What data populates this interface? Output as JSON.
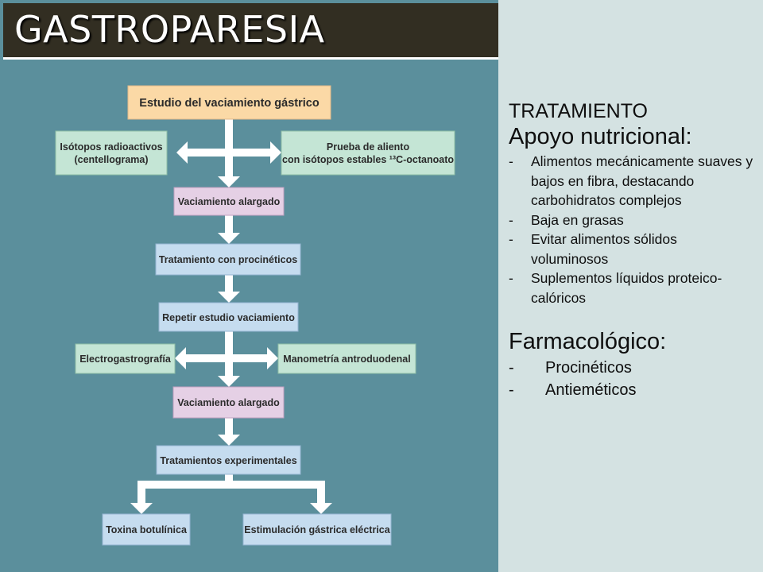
{
  "title": "GASTROPARESIA",
  "flowchart": {
    "start": "Estudio del vaciamiento gástrico",
    "isotopes": [
      "Isótopos radioactivos",
      "(centellograma)"
    ],
    "breath": [
      "Prueba de aliento",
      "con isótopos estables ¹³C-octanoato"
    ],
    "prolonged_1": "Vaciamiento alargado",
    "prokinetic_treatment": "Tratamiento con procinéticos",
    "repeat_study": "Repetir estudio vaciamiento",
    "electrogastrography": "Electrogastrografía",
    "manometry": "Manometría antroduodenal",
    "prolonged_2": "Vaciamiento alargado",
    "experimental": "Tratamientos experimentales",
    "botulinum": "Toxina botulínica",
    "electric_stimulation": "Estimulación gástrica eléctrica"
  },
  "treatment": {
    "heading": "TRATAMIENTO",
    "nutritional_heading": "Apoyo nutricional:",
    "nutritional_items": [
      {
        "dash": "-",
        "text": "Alimentos mecánicamente suaves y bajos en fibra, destacando carbohidratos complejos"
      },
      {
        "dash": "-",
        "text": "Baja en grasas"
      },
      {
        "dash": "-",
        "text": "Evitar alimentos sólidos voluminosos"
      },
      {
        "dash": "-",
        "text": "Suplementos líquidos proteico-calóricos"
      }
    ],
    "pharmacological_heading": "Farmacológico:",
    "pharmacological_items": [
      {
        "dash": "-",
        "text": "Procinéticos"
      },
      {
        "dash": "-",
        "text": "Antieméticos"
      }
    ]
  },
  "colors": {
    "left_background": "#5b8f9c",
    "right_background": "#d4e2e2",
    "title_background": "#322e22",
    "start_box": "#fbd9a6",
    "green_box": "#c4e5d5",
    "pink_box": "#e5d0e5",
    "blue_box": "#c5dcef",
    "arrow": "#ffffff"
  }
}
